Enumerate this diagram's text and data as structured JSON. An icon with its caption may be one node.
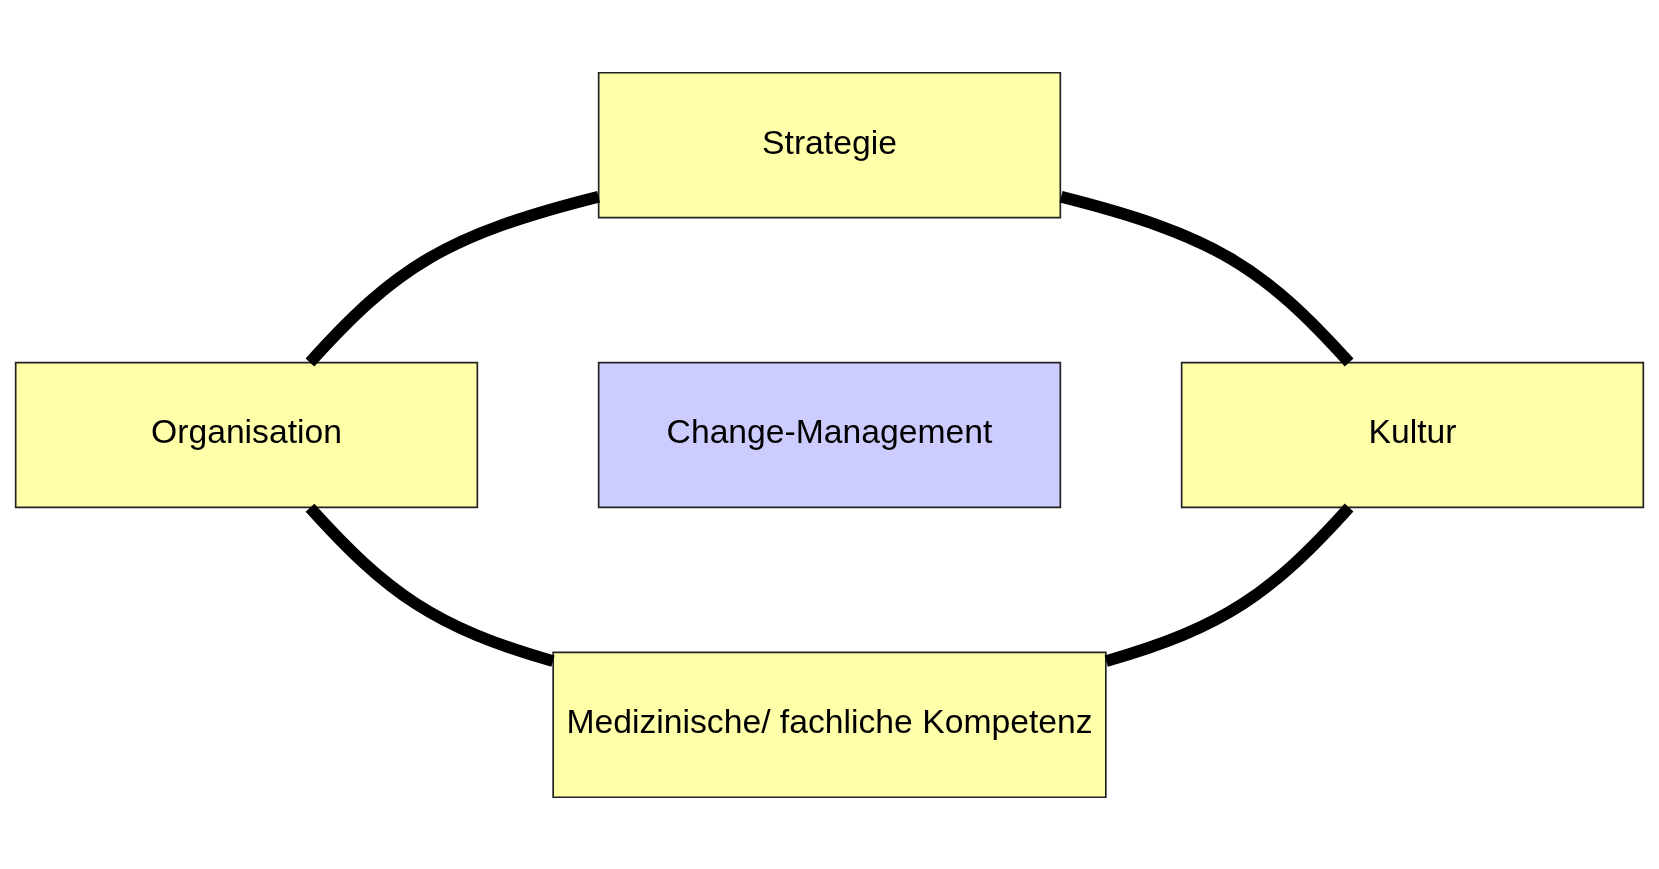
{
  "diagram": {
    "nodes": [
      {
        "text": [
          "Strategie"
        ]
      },
      {
        "text": [
          "Organisation"
        ]
      },
      {
        "text": [
          "Change-Management"
        ]
      },
      {
        "text": [
          "Kultur"
        ]
      },
      {
        "text": [
          "Medizinische/ fachliche Kompetenz"
        ]
      }
    ],
    "edges": [
      {
        "from": 0,
        "to": 3,
        "arrow": "none"
      },
      {
        "from": 3,
        "to": 4,
        "arrow": "none"
      },
      {
        "from": 4,
        "to": 1,
        "arrow": "none"
      },
      {
        "from": 1,
        "to": 0,
        "arrow": "none"
      }
    ]
  }
}
